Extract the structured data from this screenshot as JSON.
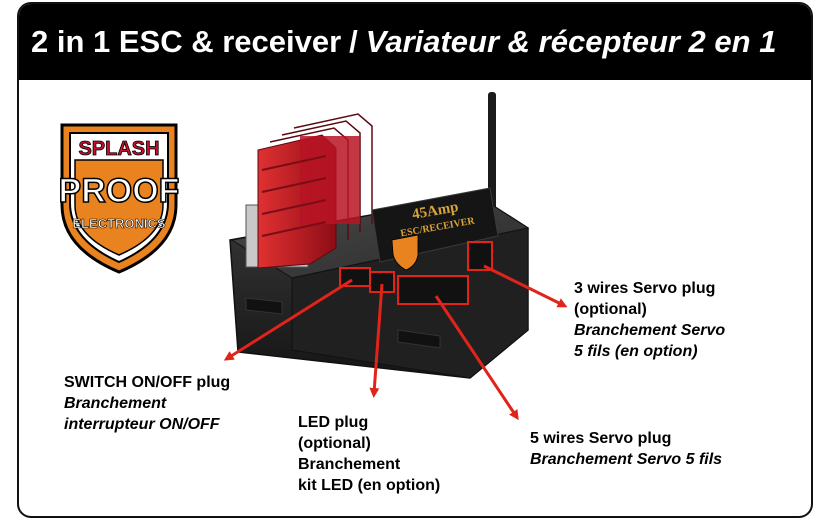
{
  "title": {
    "english": "2 in 1 ESC & receiver",
    "separator": "/",
    "french": "Variateur & récepteur 2 en 1"
  },
  "badge": {
    "top": "SPLASH",
    "middle": "PROOF",
    "bottom": "ELECTRONICS"
  },
  "device": {
    "rating": "45Amp",
    "type": "ESC/RECEIVER"
  },
  "callouts": {
    "servo3": {
      "line1": "3 wires Servo plug",
      "line2": "(optional)",
      "line3": "Branchement Servo",
      "line4": "5 fils (en option)"
    },
    "switch": {
      "line1": "SWITCH ON/OFF plug",
      "line2": "Branchement",
      "line3": "interrupteur ON/OFF"
    },
    "led": {
      "line1": "LED plug",
      "line2": "(optional)",
      "line3": "Branchement",
      "line4": "kit LED (en option)"
    },
    "servo5": {
      "line1": "5 wires Servo plug",
      "line2": "Branchement Servo 5 fils"
    }
  },
  "colors": {
    "title_bg": "#000000",
    "arrow": "#e2231a",
    "badge_orange": "#e8831f",
    "device_body": "#2a2a2a",
    "heatsink_red": "#c8102e"
  }
}
